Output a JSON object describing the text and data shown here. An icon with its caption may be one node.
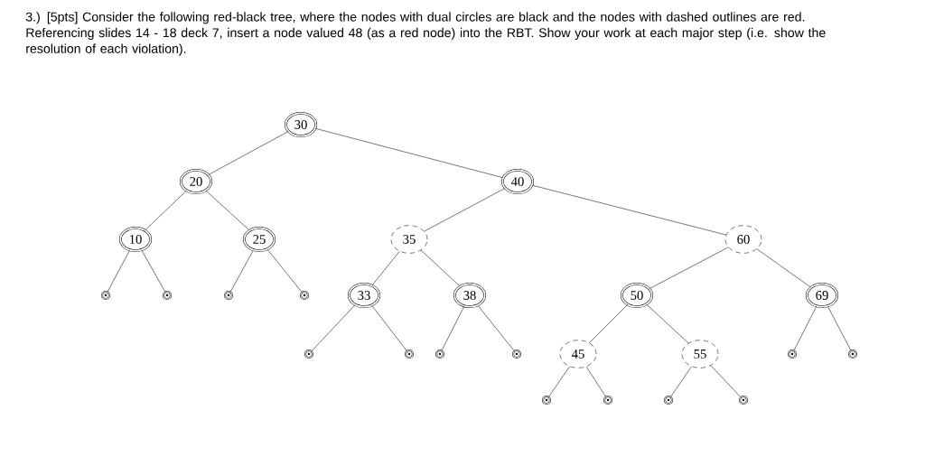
{
  "diagram": {
    "title": "3.) [5pts] Consider the following red-black tree, where the nodes with dual circles are black and the nodes with dashed outlines are red. Referencing slides 14 - 18 deck 7, insert a node valued 48 (as a red node) into the RBT. Show your work at each major step (i.e. show the resolution of each violation).",
    "nodes": [
      {
        "text": [
          "30"
        ]
      },
      {
        "text": [
          "20"
        ]
      },
      {
        "text": [
          "40"
        ]
      },
      {
        "text": [
          "10"
        ]
      },
      {
        "text": [
          "25"
        ]
      },
      {
        "text": [
          "35"
        ]
      },
      {
        "text": [
          "60"
        ]
      },
      {
        "text": [],
        "shape": "circle"
      },
      {
        "text": [],
        "shape": "circle"
      },
      {
        "text": [],
        "shape": "circle"
      },
      {
        "text": [],
        "shape": "circle"
      },
      {
        "text": [
          "33"
        ]
      },
      {
        "text": [
          "38"
        ]
      },
      {
        "text": [
          "50"
        ]
      },
      {
        "text": [
          "69"
        ]
      },
      {
        "text": [],
        "shape": "circle"
      },
      {
        "text": [],
        "shape": "circle"
      },
      {
        "text": [],
        "shape": "circle"
      },
      {
        "text": [],
        "shape": "circle"
      },
      {
        "text": [
          "45"
        ]
      },
      {
        "text": [
          "55"
        ]
      },
      {
        "text": [],
        "shape": "circle"
      },
      {
        "text": [],
        "shape": "circle"
      },
      {
        "text": [],
        "shape": "circle"
      },
      {
        "text": [],
        "shape": "circle"
      },
      {
        "text": [],
        "shape": "circle"
      },
      {
        "text": [],
        "shape": "circle"
      }
    ],
    "edges": [
      {
        "from": 0,
        "to": 1,
        "arrow": "none"
      },
      {
        "from": 0,
        "to": 2,
        "arrow": "none"
      },
      {
        "from": 1,
        "to": 3,
        "arrow": "none"
      },
      {
        "from": 1,
        "to": 4,
        "arrow": "none"
      },
      {
        "from": 2,
        "to": 5,
        "arrow": "none"
      },
      {
        "from": 2,
        "to": 6,
        "arrow": "none"
      },
      {
        "from": 3,
        "to": 7,
        "arrow": "none"
      },
      {
        "from": 3,
        "to": 8,
        "arrow": "none"
      },
      {
        "from": 4,
        "to": 9,
        "arrow": "none"
      },
      {
        "from": 4,
        "to": 10,
        "arrow": "none"
      },
      {
        "from": 5,
        "to": 11,
        "arrow": "none"
      },
      {
        "from": 5,
        "to": 12,
        "arrow": "none"
      },
      {
        "from": 6,
        "to": 13,
        "arrow": "none"
      },
      {
        "from": 6,
        "to": 14,
        "arrow": "none"
      },
      {
        "from": 11,
        "to": 15,
        "arrow": "none"
      },
      {
        "from": 11,
        "to": 16,
        "arrow": "none"
      },
      {
        "from": 12,
        "to": 17,
        "arrow": "none"
      },
      {
        "from": 12,
        "to": 18,
        "arrow": "none"
      },
      {
        "from": 13,
        "to": 19,
        "arrow": "none"
      },
      {
        "from": 13,
        "to": 20,
        "arrow": "none"
      },
      {
        "from": 14,
        "to": 21,
        "arrow": "none"
      },
      {
        "from": 14,
        "to": 22,
        "arrow": "none"
      },
      {
        "from": 19,
        "to": 23,
        "arrow": "none"
      },
      {
        "from": 19,
        "to": 24,
        "arrow": "none"
      },
      {
        "from": 20,
        "to": 25,
        "arrow": "none"
      },
      {
        "from": 20,
        "to": 26,
        "arrow": "none"
      }
    ]
  }
}
